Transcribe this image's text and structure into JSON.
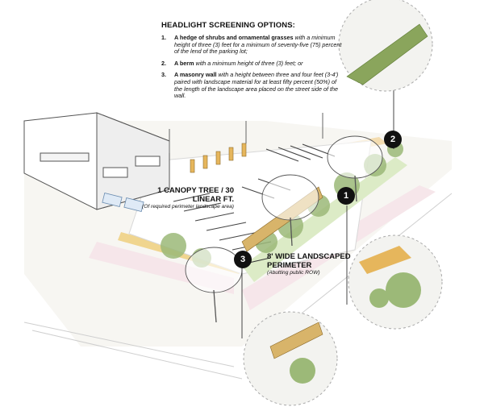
{
  "headline_options": {
    "title": "HEADLIGHT SCREENING OPTIONS:",
    "items": [
      {
        "num": "1.",
        "lead": "A hedge of shrubs and ornamental grasses",
        "rest": " with a minimum height of three (3) feet for a minimum of seventy-five (75) percent of the lend of the parking lot;"
      },
      {
        "num": "2.",
        "lead": "A berm",
        "rest": " with a minimum height of three (3) feet; or"
      },
      {
        "num": "3.",
        "lead": "A masonry wall",
        "rest": " with a height between three and four feet (3-4') paired with landscape material for at least fifty percent (50%) of the length of the landscape area placed on the street side of the wall."
      }
    ]
  },
  "callouts": {
    "canopy": {
      "heading": "1 CANOPY TREE / 30 LINEAR FT.",
      "sub": "(Of required perimeter landscape area)"
    },
    "landscaped": {
      "heading": "8' WIDE LANDSCAPED PERIMETER",
      "sub": "(Abutting public ROW)"
    }
  },
  "badges": [
    "1",
    "2",
    "3"
  ],
  "colors": {
    "berm_green": "#8aa55c",
    "wall_tan": "#d8b46a",
    "planting": "#9cb978",
    "walk": "#f3dcb0"
  }
}
